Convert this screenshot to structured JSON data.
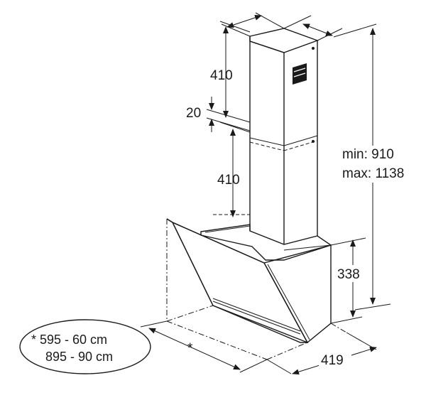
{
  "dimensions": {
    "chimney_upper_height": "410",
    "overlap_gap": "20",
    "chimney_lower_height": "410",
    "total_height_min": "min: 910",
    "total_height_max": "max: 1138",
    "body_height": "338",
    "body_depth": "419",
    "width_marker": "*"
  },
  "width_note": {
    "line1": "* 595 - 60 cm",
    "line2": "895 - 90 cm"
  }
}
